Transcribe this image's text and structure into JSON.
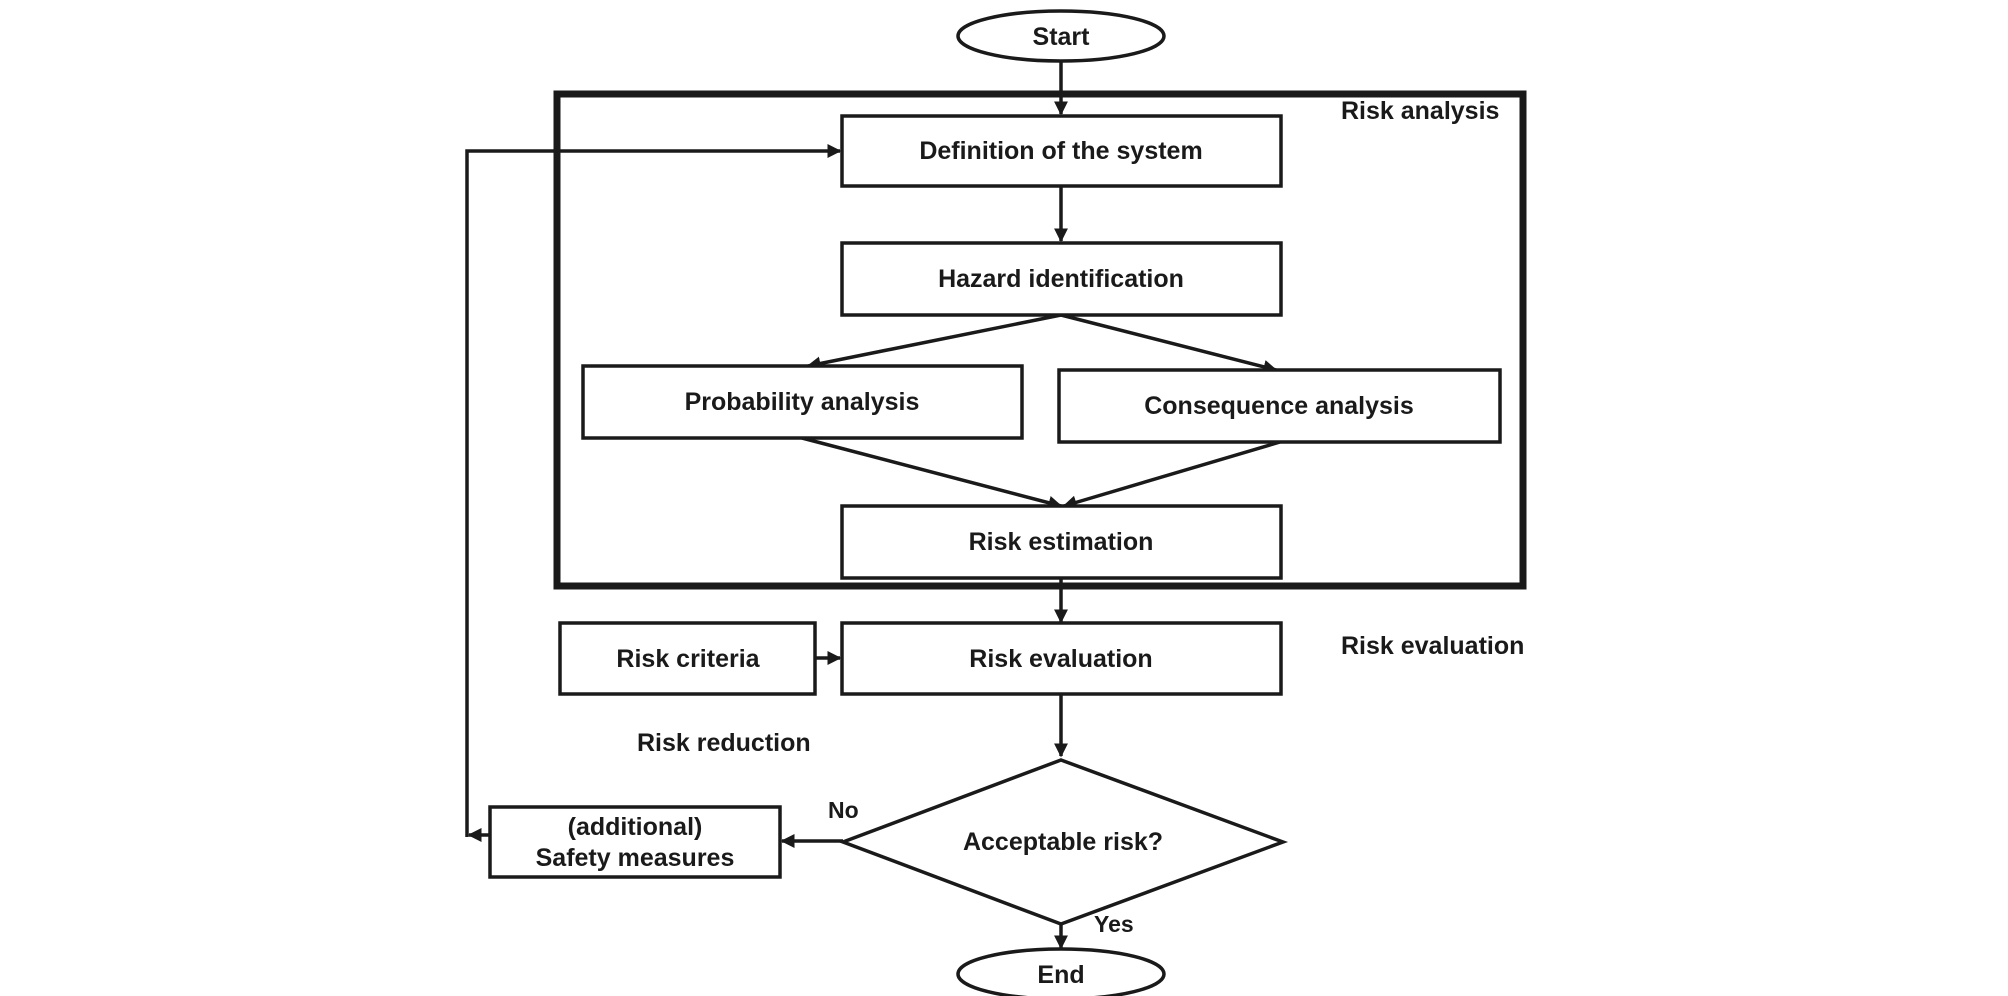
{
  "diagram": {
    "nodes": {
      "start": "Start",
      "definition": "Definition of the system",
      "hazard": "Hazard identification",
      "probability": "Probability analysis",
      "consequence": "Consequence analysis",
      "estimation": "Risk estimation",
      "criteria": "Risk criteria",
      "evaluation": "Risk evaluation",
      "decision": "Acceptable risk?",
      "safety_line1": "(additional)",
      "safety_line2": "Safety measures",
      "end": "End"
    },
    "sections": {
      "analysis": "Risk analysis",
      "evaluation": "Risk evaluation",
      "reduction": "Risk reduction"
    },
    "edge_labels": {
      "no": "No",
      "yes": "Yes"
    },
    "colors": {
      "stroke": "#1a1a1a",
      "background": "#ffffff"
    }
  }
}
